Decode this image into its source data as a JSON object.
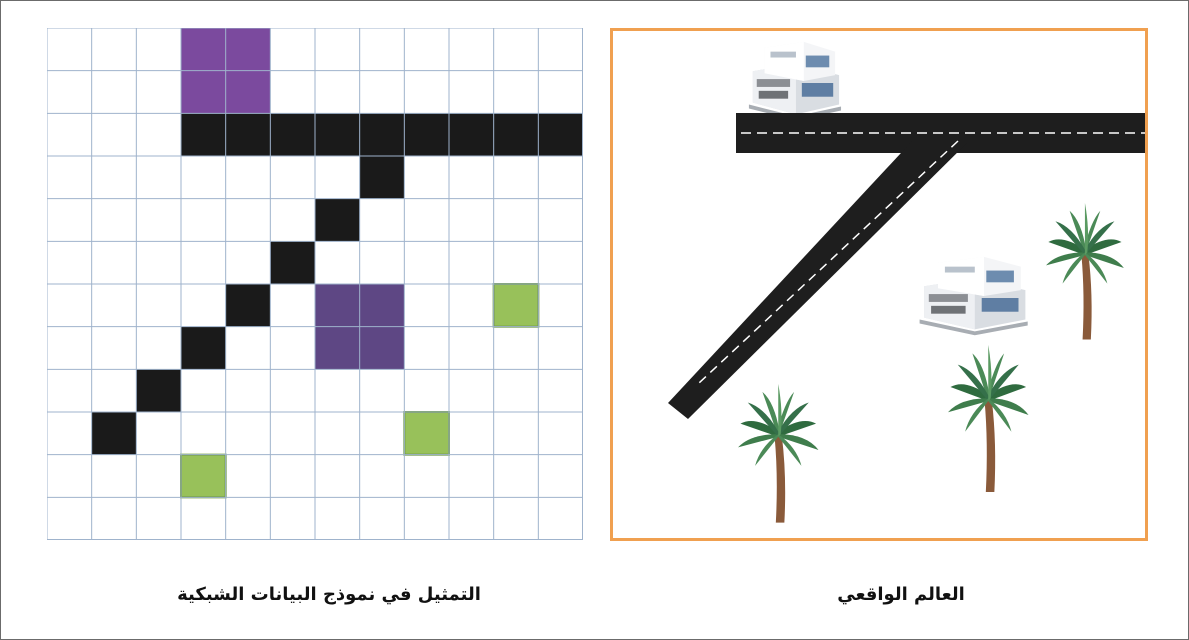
{
  "captions": {
    "real_world": "العالم الواقعي",
    "raster_model": "التمثيل في نموذج البيانات الشبكية"
  },
  "grid": {
    "cols": 12,
    "rows": 12,
    "line_color": "#9fb3cc",
    "colors": {
      "building": "#7b4a9e",
      "building_dark": "#5e4784",
      "road": "#1a1a1a",
      "tree": "#98c15a",
      "tree_border": "#6e9a3c"
    },
    "cells": {
      "building": [
        [
          3,
          0
        ],
        [
          4,
          0
        ],
        [
          3,
          1
        ],
        [
          4,
          1
        ],
        [
          6,
          6
        ],
        [
          7,
          6
        ],
        [
          6,
          7
        ],
        [
          7,
          7
        ]
      ],
      "road": [
        [
          3,
          2
        ],
        [
          4,
          2
        ],
        [
          5,
          2
        ],
        [
          6,
          2
        ],
        [
          7,
          2
        ],
        [
          8,
          2
        ],
        [
          9,
          2
        ],
        [
          10,
          2
        ],
        [
          11,
          2
        ],
        [
          7,
          3
        ],
        [
          6,
          4
        ],
        [
          5,
          5
        ],
        [
          4,
          6
        ],
        [
          3,
          7
        ],
        [
          2,
          8
        ],
        [
          1,
          9
        ]
      ],
      "tree": [
        [
          10,
          6
        ],
        [
          8,
          9
        ],
        [
          3,
          10
        ]
      ]
    }
  },
  "world": {
    "border_color": "#f0a050",
    "road_color": "#1e1e1e",
    "road_line_color": "#ffffff",
    "features": [
      {
        "kind": "building",
        "icon": "building-icon"
      },
      {
        "kind": "building",
        "icon": "building-icon"
      },
      {
        "kind": "tree",
        "icon": "palm-tree-icon"
      },
      {
        "kind": "tree",
        "icon": "palm-tree-icon"
      },
      {
        "kind": "tree",
        "icon": "palm-tree-icon"
      },
      {
        "kind": "road",
        "icon": "road-icon"
      }
    ]
  }
}
